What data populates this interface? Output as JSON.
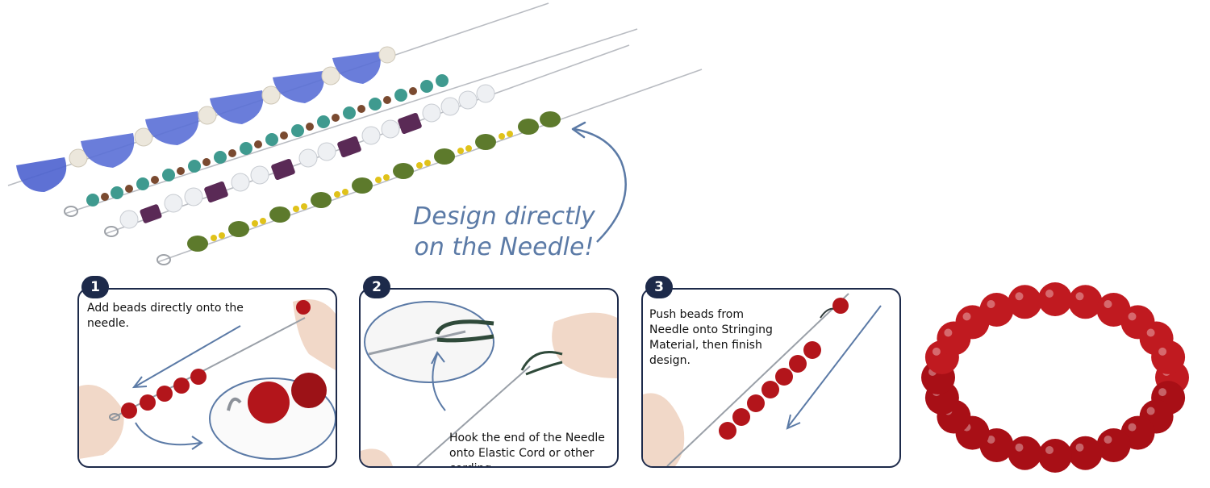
{
  "callout": {
    "line1": "Design directly",
    "line2": "on the Needle!"
  },
  "steps": [
    {
      "number": "1",
      "text": "Add beads directly onto the needle."
    },
    {
      "number": "2",
      "text": "Hook the end of the Needle onto Elastic Cord or other cording."
    },
    {
      "number": "3",
      "text": "Push beads from Needle onto Stringing Material, then finish design."
    }
  ],
  "colors": {
    "accent_blue": "#5b7aa6",
    "badge_navy": "#1d2a4a",
    "bead_red": "#b3151b",
    "bead_blue": "#5a6fd6",
    "bead_green": "#5d7a2c",
    "bead_turquoise": "#3f9a8f"
  }
}
